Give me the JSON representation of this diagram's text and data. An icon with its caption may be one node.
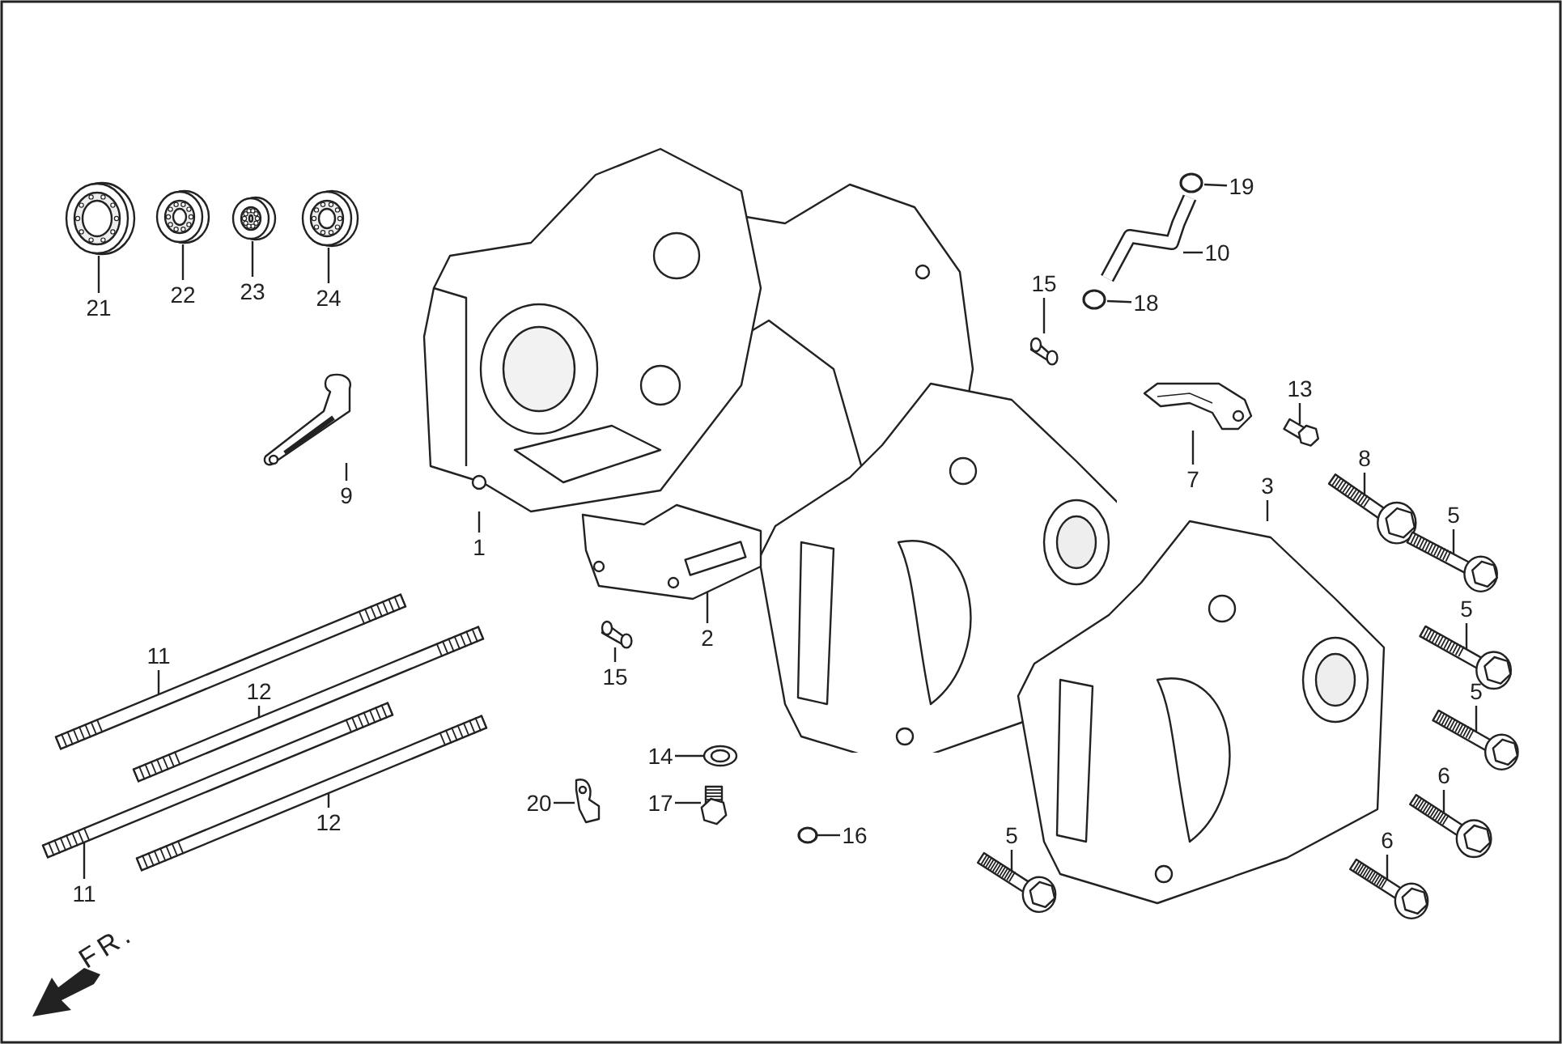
{
  "diagram": {
    "nodes": [
      {
        "text": [
          "19"
        ]
      },
      {
        "text": [],
        "shape": "circle"
      },
      {
        "text": [
          "10"
        ]
      },
      {
        "text": [],
        "shape": "picture"
      },
      {
        "text": [
          "21"
        ]
      },
      {
        "text": [],
        "shape": "picture"
      },
      {
        "text": [
          "22"
        ]
      },
      {
        "text": [],
        "shape": "picture"
      },
      {
        "text": [
          "23"
        ]
      },
      {
        "text": [],
        "shape": "picture"
      },
      {
        "text": [
          "24"
        ]
      },
      {
        "text": [],
        "shape": "picture"
      },
      {
        "text": [
          "15"
        ]
      },
      {
        "text": [],
        "shape": "picture"
      },
      {
        "text": [
          "18"
        ]
      },
      {
        "text": [],
        "shape": "circle"
      },
      {
        "text": [
          "13"
        ]
      },
      {
        "text": [],
        "shape": "picture"
      },
      {
        "text": [
          "9"
        ]
      },
      {
        "text": [],
        "shape": "picture"
      },
      {
        "text": [
          "7"
        ]
      },
      {
        "text": [],
        "shape": "picture"
      },
      {
        "text": [
          "8"
        ]
      },
      {
        "text": [],
        "shape": "picture"
      },
      {
        "text": [
          "3"
        ]
      },
      {
        "text": [],
        "shape": "picture"
      },
      {
        "text": [
          "1"
        ]
      },
      {
        "text": [],
        "shape": "picture"
      },
      {
        "text": [
          "5"
        ]
      },
      {
        "text": [],
        "shape": "picture"
      },
      {
        "text": [
          "2"
        ]
      },
      {
        "text": [],
        "shape": "picture"
      },
      {
        "text": [
          "11"
        ]
      },
      {
        "text": [],
        "shape": "picture"
      },
      {
        "text": [
          "5"
        ]
      },
      {
        "text": [],
        "shape": "picture"
      },
      {
        "text": [
          "15"
        ]
      },
      {
        "text": [],
        "shape": "picture"
      },
      {
        "text": [
          "12"
        ]
      },
      {
        "text": [],
        "shape": "picture"
      },
      {
        "text": [
          "5"
        ]
      },
      {
        "text": [],
        "shape": "picture"
      },
      {
        "text": [
          "14"
        ]
      },
      {
        "text": [],
        "shape": "picture"
      },
      {
        "text": [
          "6"
        ]
      },
      {
        "text": [],
        "shape": "picture"
      },
      {
        "text": [
          "20"
        ]
      },
      {
        "text": [],
        "shape": "picture"
      },
      {
        "text": [
          "17"
        ]
      },
      {
        "text": [],
        "shape": "picture"
      },
      {
        "text": [
          "12"
        ]
      },
      {
        "text": [],
        "shape": "picture"
      },
      {
        "text": [
          "16"
        ]
      },
      {
        "text": [],
        "shape": "circle"
      },
      {
        "text": [
          "5"
        ]
      },
      {
        "text": [],
        "shape": "picture"
      },
      {
        "text": [
          "6"
        ]
      },
      {
        "text": [],
        "shape": "picture"
      },
      {
        "text": [
          "11"
        ]
      },
      {
        "text": [],
        "shape": "picture"
      }
    ],
    "edges": [
      {
        "from": 0,
        "to": 1,
        "arrow": "none"
      },
      {
        "from": 2,
        "to": 3,
        "arrow": "none"
      },
      {
        "from": 4,
        "to": 5,
        "arrow": "none"
      },
      {
        "from": 6,
        "to": 7,
        "arrow": "none"
      },
      {
        "from": 8,
        "to": 9,
        "arrow": "none"
      },
      {
        "from": 10,
        "to": 11,
        "arrow": "none"
      },
      {
        "from": 12,
        "to": 13,
        "arrow": "none"
      },
      {
        "from": 14,
        "to": 15,
        "arrow": "none"
      },
      {
        "from": 16,
        "to": 17,
        "arrow": "none"
      },
      {
        "from": 18,
        "to": 19,
        "arrow": "none"
      },
      {
        "from": 20,
        "to": 21,
        "arrow": "none"
      },
      {
        "from": 22,
        "to": 23,
        "arrow": "none"
      },
      {
        "from": 24,
        "to": 25,
        "arrow": "none"
      },
      {
        "from": 26,
        "to": 27,
        "arrow": "none"
      },
      {
        "from": 28,
        "to": 29,
        "arrow": "none"
      },
      {
        "from": 30,
        "to": 31,
        "arrow": "none"
      },
      {
        "from": 32,
        "to": 33,
        "arrow": "none"
      },
      {
        "from": 34,
        "to": 35,
        "arrow": "none"
      },
      {
        "from": 36,
        "to": 37,
        "arrow": "none"
      },
      {
        "from": 38,
        "to": 39,
        "arrow": "none"
      },
      {
        "from": 40,
        "to": 41,
        "arrow": "none"
      },
      {
        "from": 42,
        "to": 43,
        "arrow": "none"
      },
      {
        "from": 44,
        "to": 45,
        "arrow": "none"
      },
      {
        "from": 46,
        "to": 47,
        "arrow": "none"
      },
      {
        "from": 48,
        "to": 49,
        "arrow": "none"
      },
      {
        "from": 50,
        "to": 51,
        "arrow": "none"
      },
      {
        "from": 52,
        "to": 53,
        "arrow": "none"
      },
      {
        "from": 54,
        "to": 55,
        "arrow": "none"
      },
      {
        "from": 56,
        "to": 57,
        "arrow": "none"
      },
      {
        "from": 58,
        "to": 59,
        "arrow": "none"
      }
    ],
    "labels": [
      "FR."
    ]
  }
}
